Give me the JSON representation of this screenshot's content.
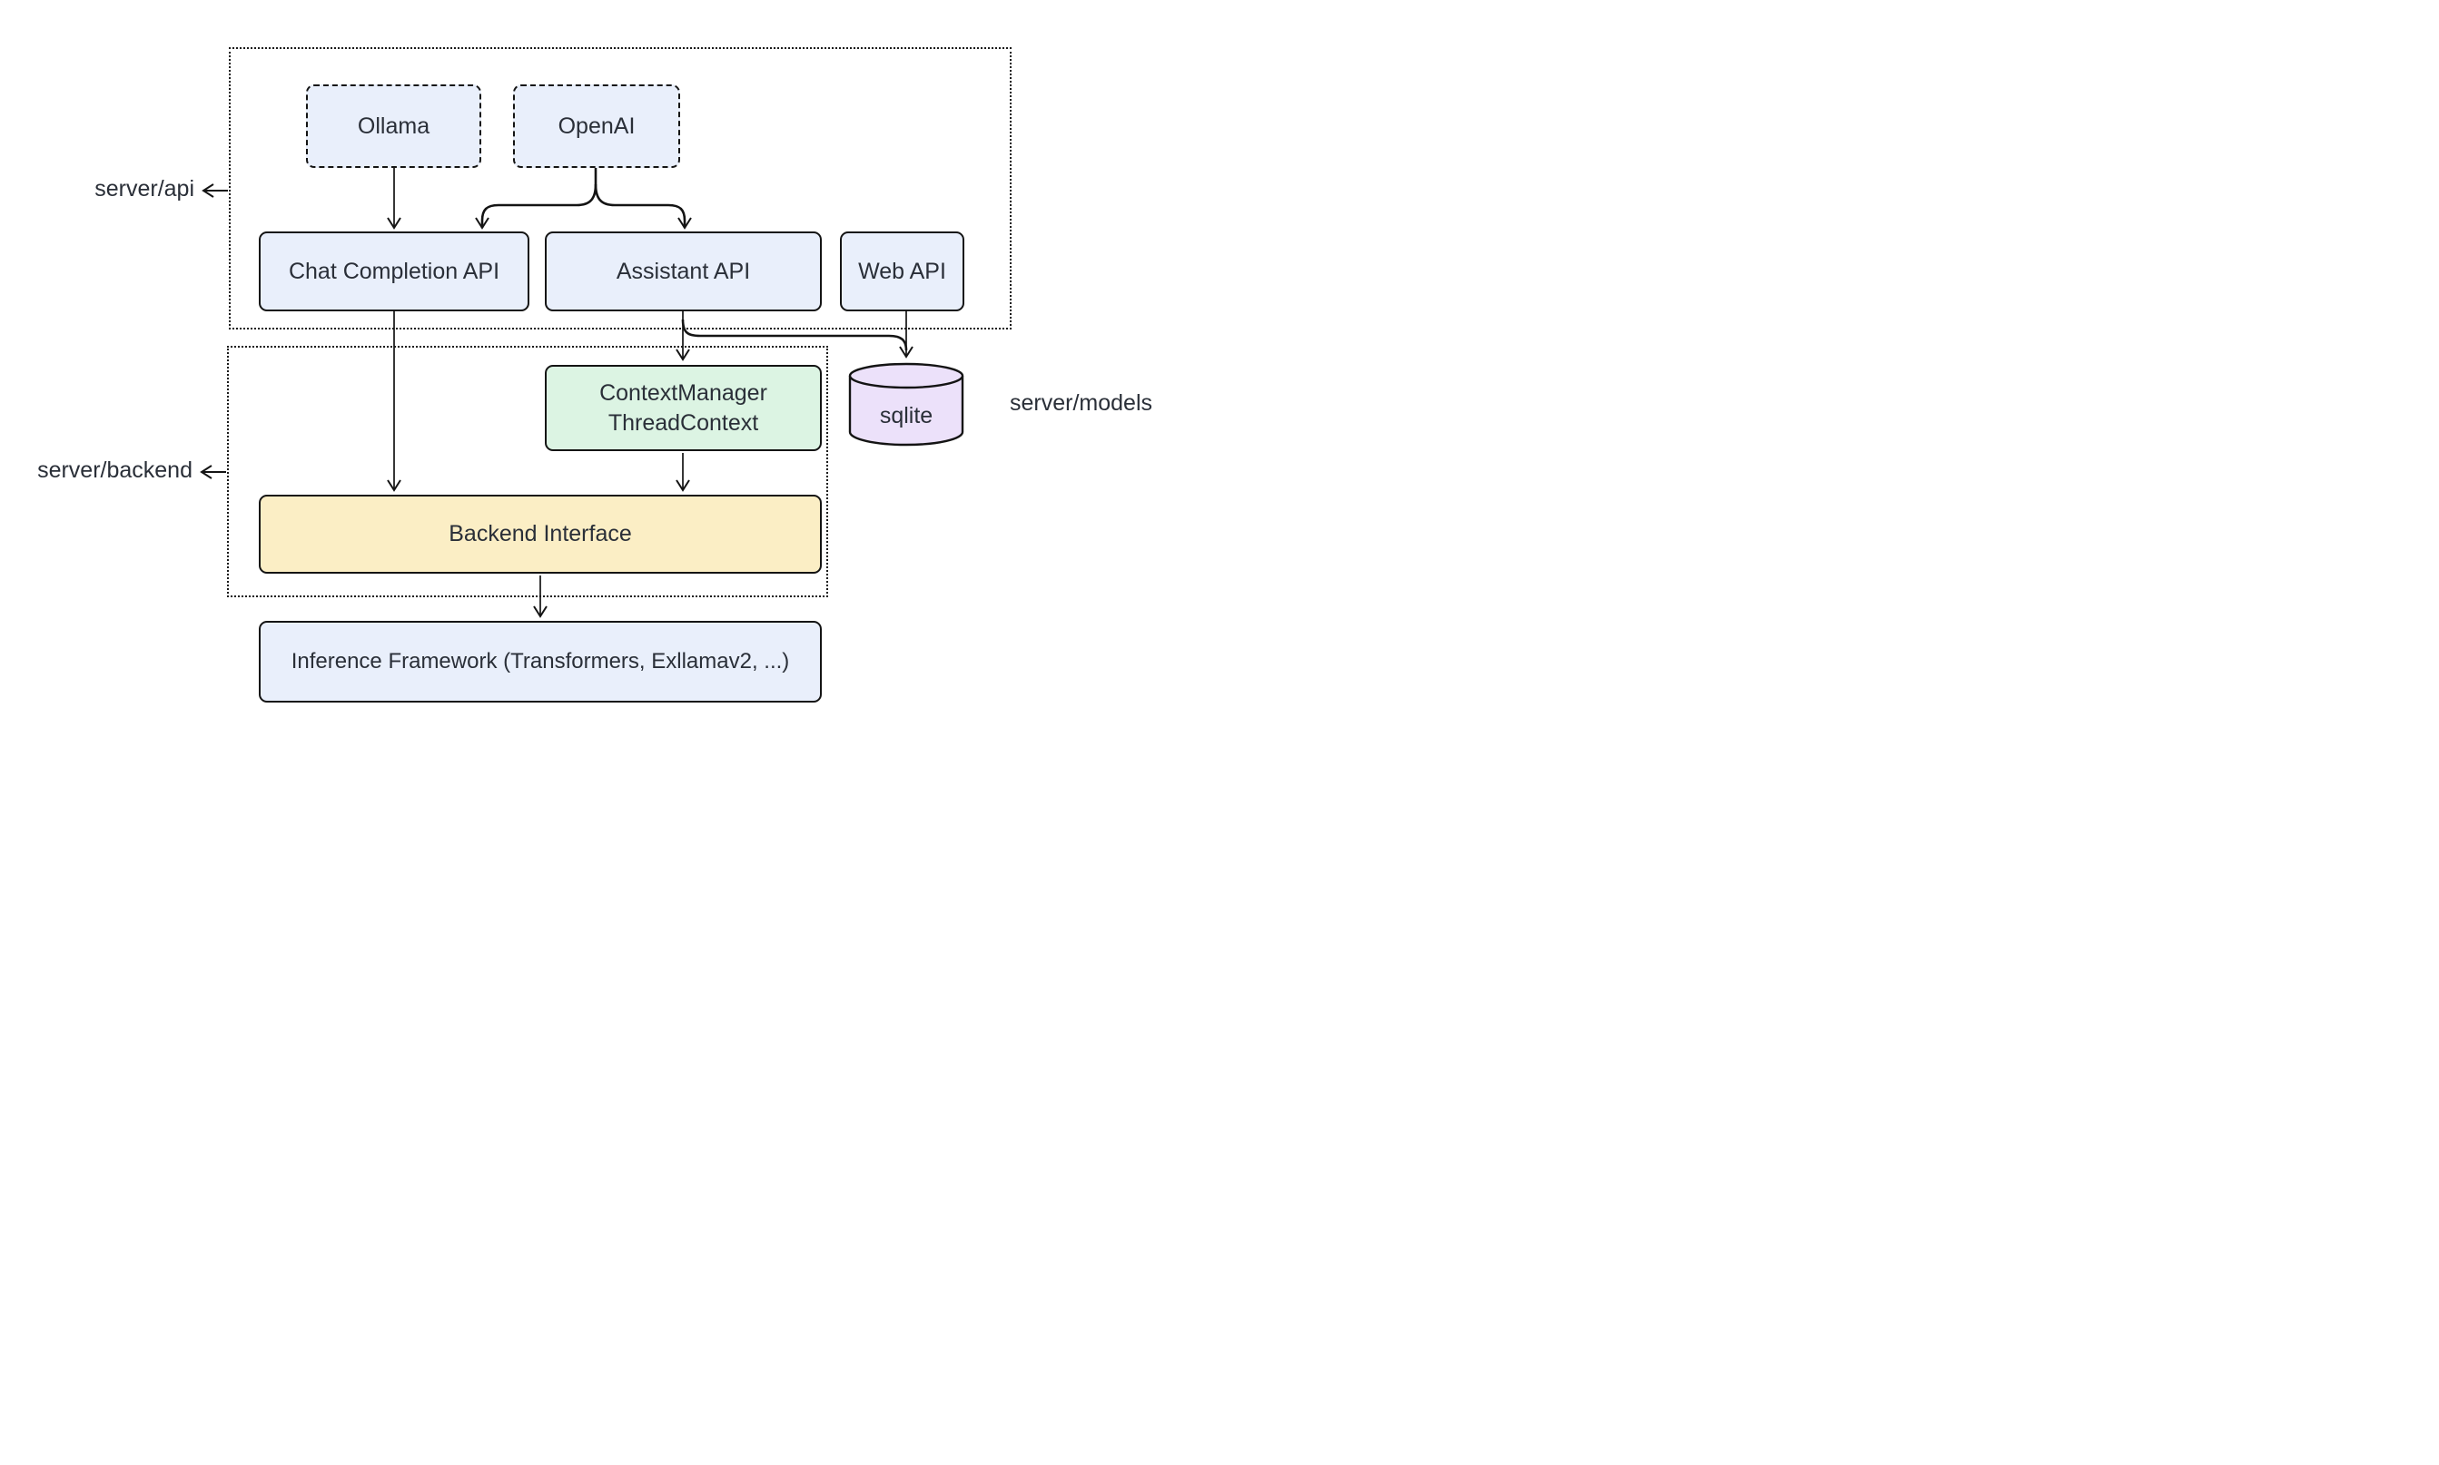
{
  "diagram": {
    "groups": {
      "api": {
        "label": "server/api"
      },
      "backend": {
        "label": "server/backend"
      },
      "models": {
        "label": "server/models"
      }
    },
    "nodes": {
      "ollama": {
        "label": "Ollama",
        "shape": "dashed-rect",
        "color": "#e9effb"
      },
      "openai": {
        "label": "OpenAI",
        "shape": "dashed-rect",
        "color": "#e9effb"
      },
      "chat_api": {
        "label": "Chat Completion API",
        "shape": "rect",
        "color": "#e9effb"
      },
      "assistant_api": {
        "label": "Assistant API",
        "shape": "rect",
        "color": "#e9effb"
      },
      "web_api": {
        "label": "Web API",
        "shape": "rect",
        "color": "#e9effb"
      },
      "context_manager": {
        "line1": "ContextManager",
        "line2": "ThreadContext",
        "shape": "rect",
        "color": "#dcf4e3"
      },
      "sqlite": {
        "label": "sqlite",
        "shape": "cylinder",
        "color": "#ece1fa"
      },
      "backend_interface": {
        "label": "Backend Interface",
        "shape": "rect",
        "color": "#fbeec5"
      },
      "inference": {
        "label": "Inference Framework (Transformers, Exllamav2, ...)",
        "shape": "rect",
        "color": "#e9effb"
      }
    },
    "edges": [
      {
        "from": "Ollama",
        "to": "Chat Completion API"
      },
      {
        "from": "OpenAI",
        "to": "Chat Completion API"
      },
      {
        "from": "OpenAI",
        "to": "Assistant API"
      },
      {
        "from": "Chat Completion API",
        "to": "Backend Interface"
      },
      {
        "from": "Assistant API",
        "to": "ContextManager ThreadContext"
      },
      {
        "from": "Assistant API",
        "to": "sqlite"
      },
      {
        "from": "Web API",
        "to": "sqlite"
      },
      {
        "from": "ContextManager ThreadContext",
        "to": "Backend Interface"
      },
      {
        "from": "Backend Interface",
        "to": "Inference Framework (Transformers, Exllamav2, ...)"
      }
    ],
    "colors": {
      "node_blue": "#e9effb",
      "node_green": "#dcf4e3",
      "node_yellow": "#fbeec5",
      "node_purple": "#ece1fa",
      "stroke": "#141414",
      "text": "#2a2f38",
      "background": "#ffffff"
    }
  }
}
